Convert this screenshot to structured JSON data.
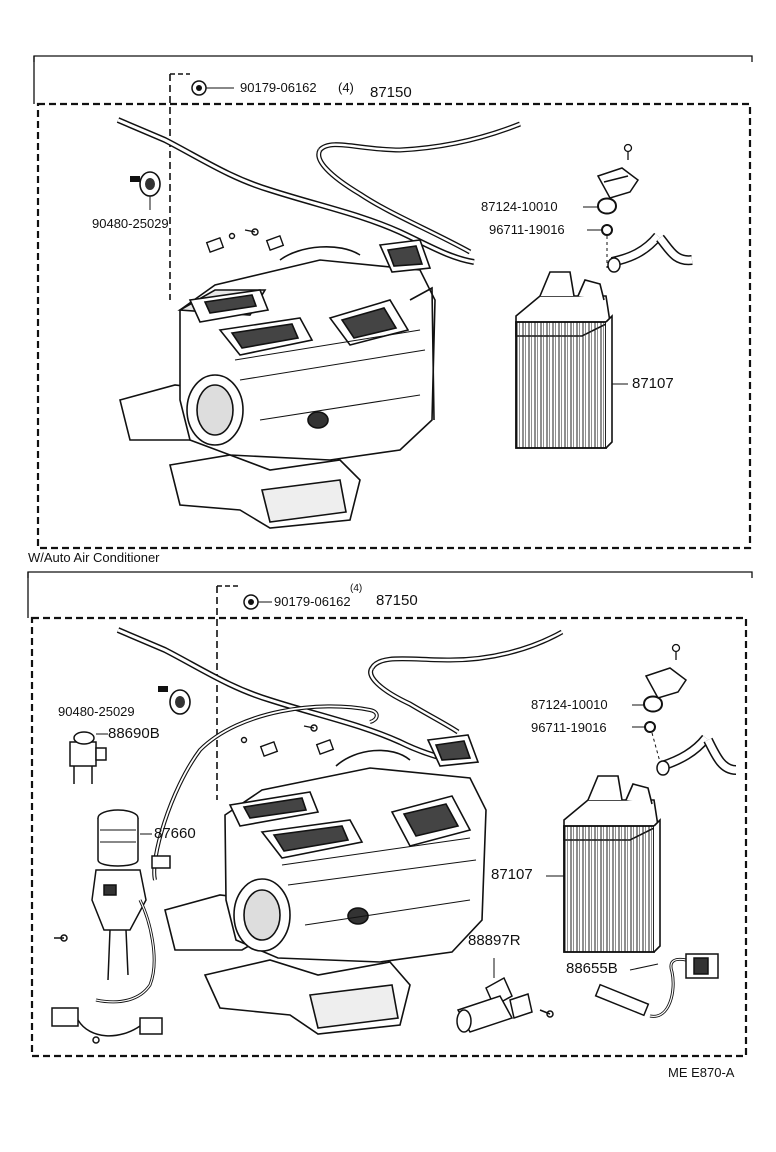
{
  "diagram": {
    "type": "exploded parts diagram",
    "sections": [
      {
        "id": "upper",
        "callouts": {
          "bolt": "90179-06162",
          "bolt_qty": "(4)",
          "assembly": "87150",
          "grommet": "90480-25029",
          "clamp": "87124-10010",
          "oring": "96711-19016",
          "core": "87107"
        }
      },
      {
        "id": "lower",
        "heading": "W/Auto Air Conditioner",
        "callouts": {
          "bolt_qty": "(4)",
          "bolt": "90179-06162",
          "assembly": "87150",
          "grommet": "90480-25029",
          "sensor": "88690B",
          "actuator": "87660",
          "clamp": "87124-10010",
          "oring": "96711-19016",
          "core": "87107",
          "valve": "88897R",
          "thermistor": "88655B"
        }
      }
    ],
    "figure_code": "ME E870-A"
  }
}
